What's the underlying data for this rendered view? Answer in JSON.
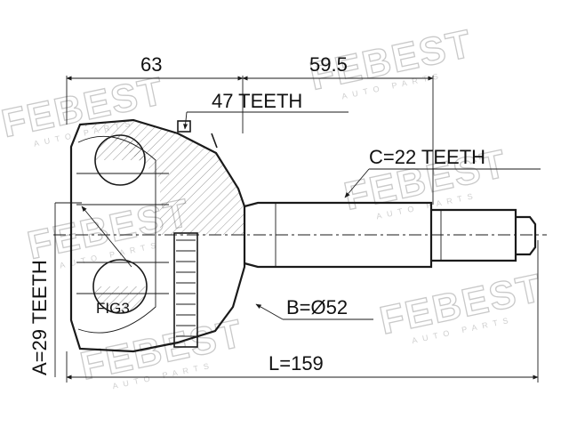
{
  "watermark": {
    "brand": "FEBEST",
    "sub": "AUTO PARTS"
  },
  "dimensions": {
    "length_left": "63",
    "length_right": "59.5",
    "outer_teeth": "47 TEETH",
    "shaft_teeth": "C=22 TEETH",
    "inner_teeth": "A=29 TEETH",
    "abs_diameter": "B=Ø52",
    "total_length": "L=159"
  },
  "figure_label": "FIG3",
  "colors": {
    "line": "#1a1a1a",
    "watermark": "#c9c9c9",
    "background": "#ffffff"
  }
}
